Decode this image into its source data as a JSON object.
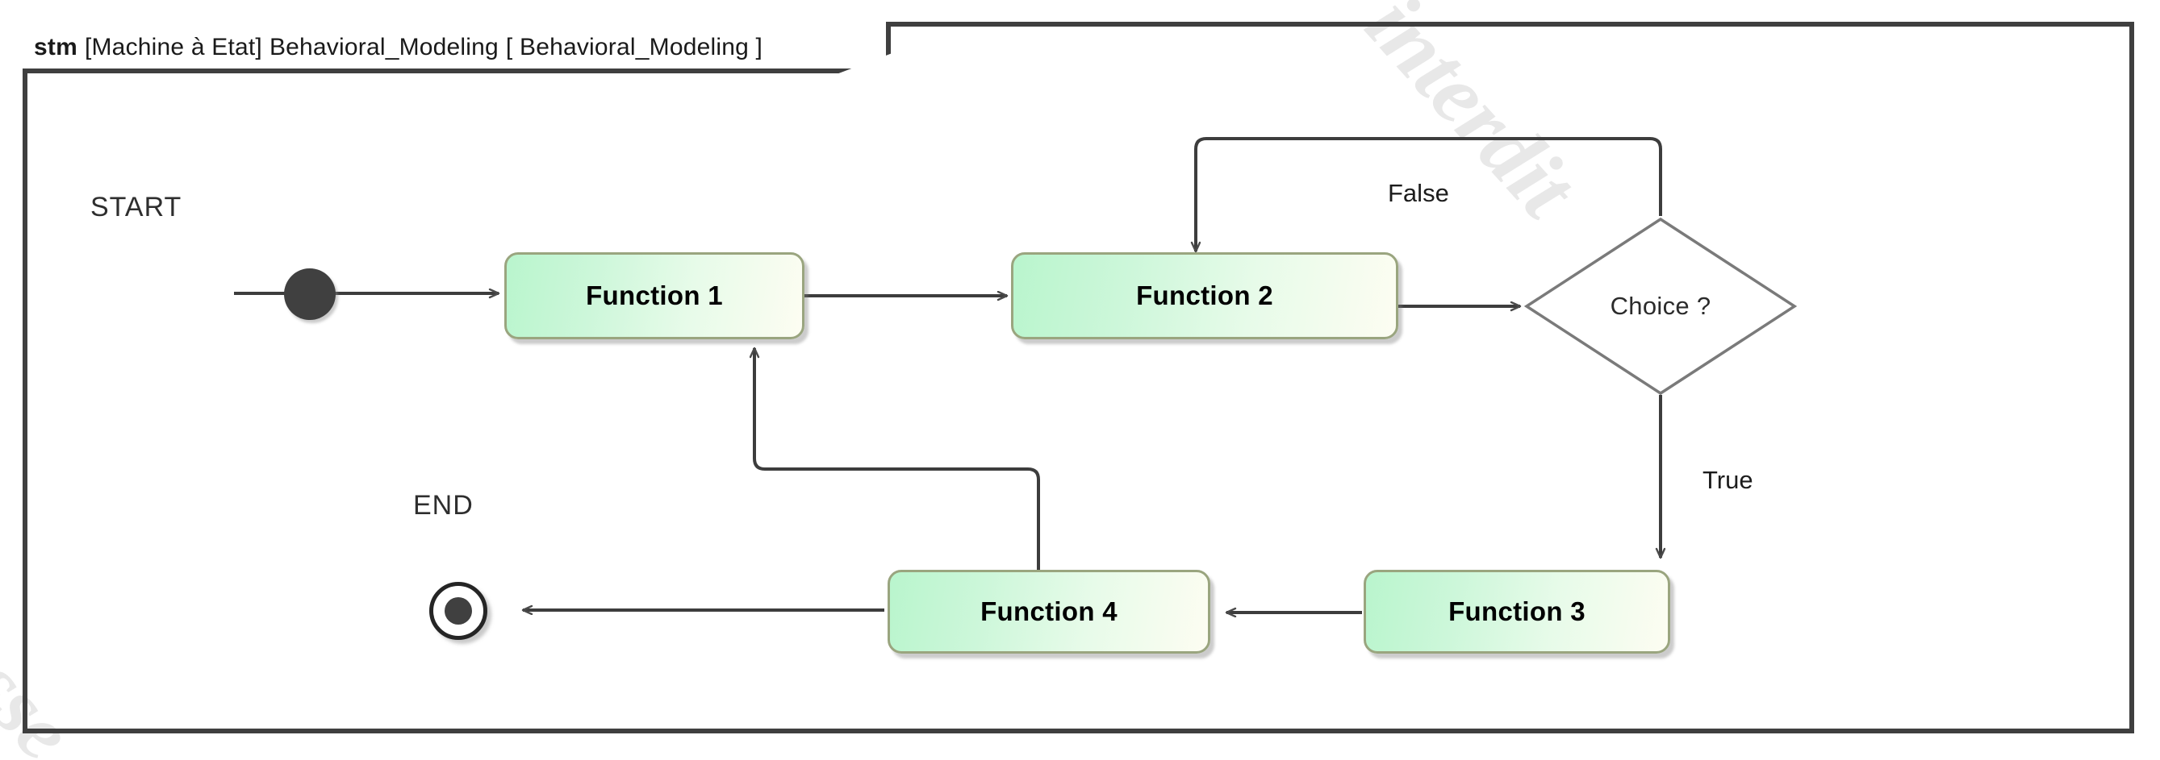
{
  "frame": {
    "keyword": "stm",
    "stereotype": "[Machine à Etat]",
    "name": "Behavioral_Modeling",
    "parameter": "[ Behavioral_Modeling ]"
  },
  "watermarks": {
    "top": "interdit",
    "bottom": "sse"
  },
  "labels": {
    "start": "START",
    "end": "END"
  },
  "nodes": [
    {
      "id": "function-1",
      "label": "Function 1",
      "type": "state"
    },
    {
      "id": "function-2",
      "label": "Function 2",
      "type": "state"
    },
    {
      "id": "choice",
      "label": "Choice ?",
      "type": "choice"
    },
    {
      "id": "function-3",
      "label": "Function 3",
      "type": "state"
    },
    {
      "id": "function-4",
      "label": "Function 4",
      "type": "state"
    }
  ],
  "transitions": [
    {
      "id": "t-start-f1",
      "from": "initial",
      "to": "function-1",
      "label": ""
    },
    {
      "id": "t-f1-f2",
      "from": "function-1",
      "to": "function-2",
      "label": ""
    },
    {
      "id": "t-f2-choice",
      "from": "function-2",
      "to": "choice",
      "label": ""
    },
    {
      "id": "t-choice-false",
      "from": "choice",
      "to": "function-2",
      "label": "False"
    },
    {
      "id": "t-choice-true",
      "from": "choice",
      "to": "function-3",
      "label": "True"
    },
    {
      "id": "t-f3-f4",
      "from": "function-3",
      "to": "function-4",
      "label": ""
    },
    {
      "id": "t-f4-f1",
      "from": "function-4",
      "to": "function-1",
      "label": ""
    },
    {
      "id": "t-f4-end",
      "from": "function-4",
      "to": "final",
      "label": ""
    }
  ],
  "colors": {
    "frame_border": "#3f3f3f",
    "state_border": "#9aa57f",
    "state_fill_start": "#b9f5cd",
    "state_fill_end": "#fdfdf2",
    "edge_stroke": "#3d3d3d",
    "choice_border": "#7a7a7a",
    "pseudostate_fill": "#404040",
    "watermark": "#e8e8e8"
  }
}
